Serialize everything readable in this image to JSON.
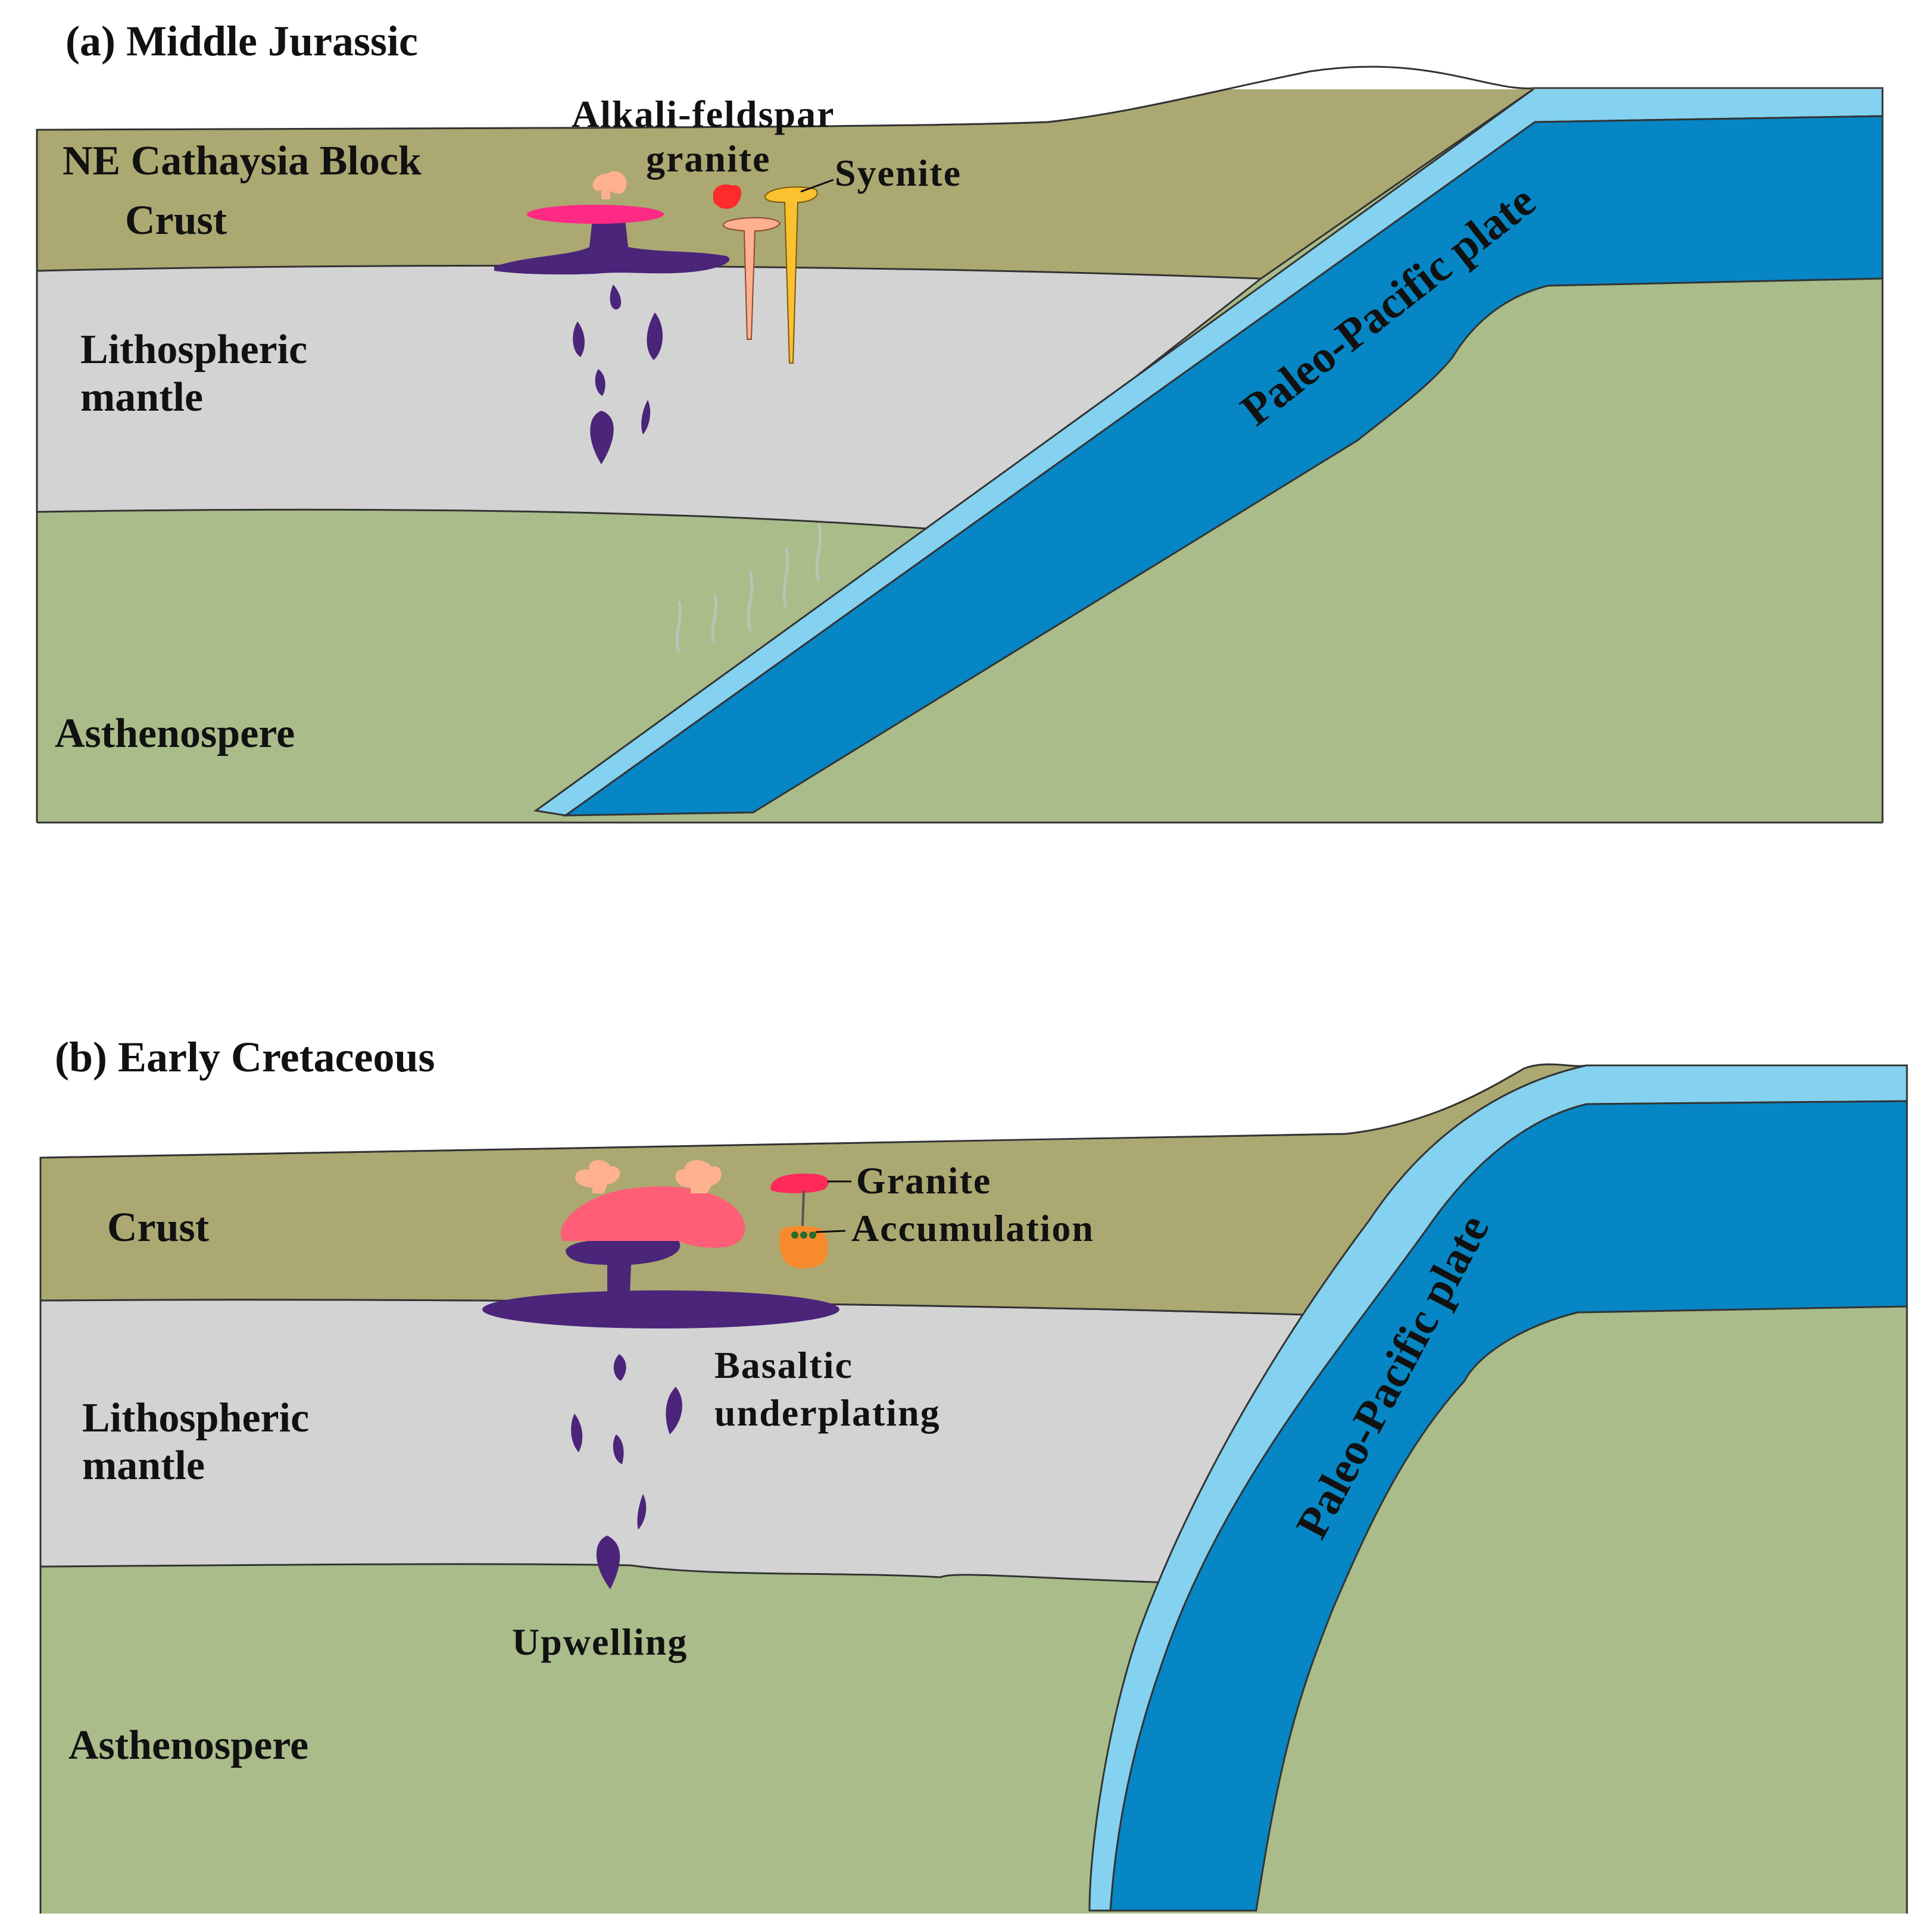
{
  "panel_a": {
    "title": "(a) Middle Jurassic",
    "block_label": "NE Cathaysia Block",
    "crust": "Crust",
    "mantle_line1": "Lithospheric",
    "mantle_line2": "mantle",
    "asthenosphere": "Asthenospere",
    "plate": "Paleo-Pacific plate",
    "afg_line1": "Alkali-feldspar",
    "afg_line2": "granite",
    "syenite": "Syenite"
  },
  "panel_b": {
    "title": "(b) Early Cretaceous",
    "crust": "Crust",
    "mantle_line1": "Lithospheric",
    "mantle_line2": "mantle",
    "asthenosphere": "Asthenospere",
    "plate": "Paleo-Pacific plate",
    "granite": "Granite",
    "accumulation": "Accumulation",
    "basaltic_line1": "Basaltic",
    "basaltic_line2": "underplating",
    "upwelling": "Upwelling"
  },
  "colors": {
    "crust": "#aba872",
    "lithospheric_mantle": "#d3d3d3",
    "asthenosphere": "#a9bc8a",
    "oceanic_crust": "#84d2ef",
    "slab": "#0686c4",
    "mafic_magma": "#4a257a",
    "granite_pink": "#ff5e78",
    "granite_magenta": "#ff2a84",
    "peach": "#ffb18f",
    "syenite_yellow": "#fbc12e",
    "red": "#ff2a2a",
    "orange": "#f78a2d"
  }
}
